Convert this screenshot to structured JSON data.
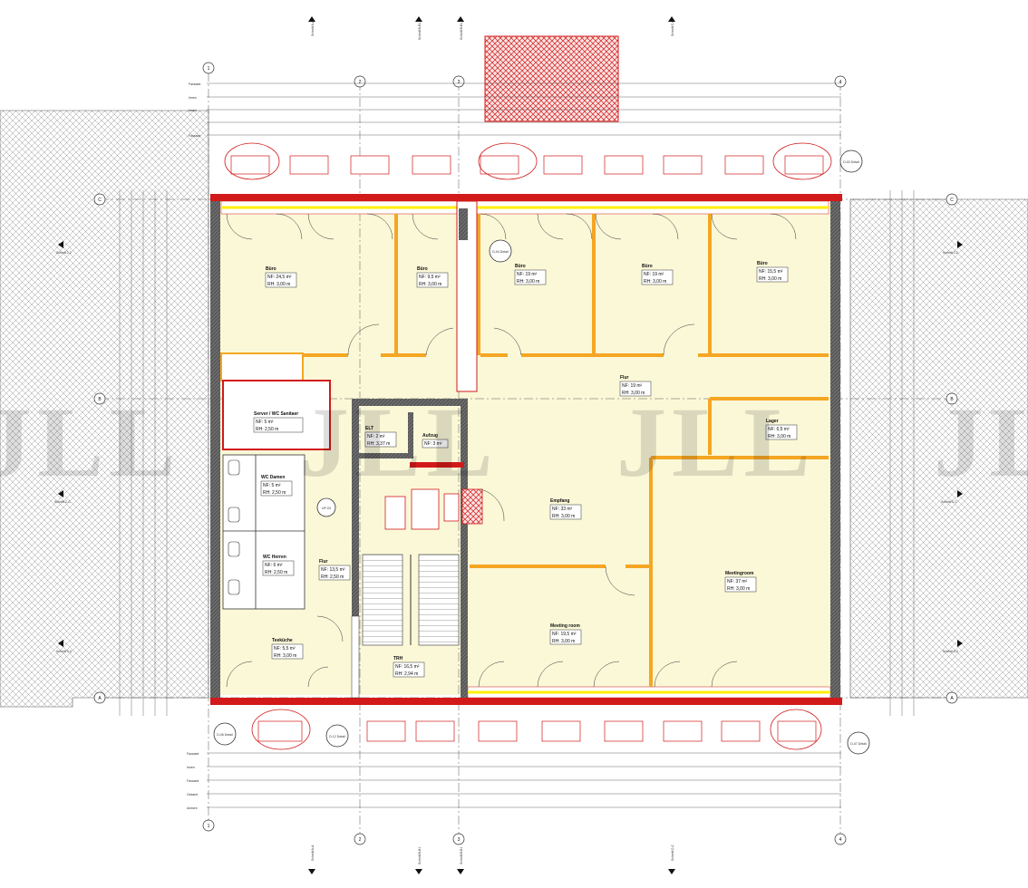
{
  "watermark": "JLL",
  "grid": {
    "cols": [
      "1",
      "2",
      "3",
      "4"
    ],
    "rows": [
      "C",
      "B",
      "A"
    ]
  },
  "sections": {
    "top": [
      "Schnitt A-A",
      "Schnitt B-B1",
      "Schnitt B-B1",
      "Schnitt C-C"
    ],
    "bottom": [
      "Schnitt A-A",
      "Schnitt B-B1",
      "Schnitt B-B1",
      "Schnitt C-C"
    ],
    "left": [
      "Schnitt 2-2",
      "Schnitt C-C",
      "Schnitt 3-3"
    ],
    "right": [
      "Schnitt 2-2",
      "Schnitt C-C",
      "Schnitt 3-3"
    ]
  },
  "dim_rows": [
    "Fassade",
    "Innen",
    "Innen",
    "Fassade"
  ],
  "dim_rows_bottom": [
    "Fassade",
    "Innen",
    "Fassade",
    "Gesamt",
    "Achsen"
  ],
  "details": [
    "D-03 Detail",
    "D-04 Detail",
    "D-06 Detail",
    "D-12 Detail",
    "D-07 Detail",
    "UP-03"
  ],
  "rooms": [
    {
      "name": "Büro",
      "nf": "NF: 24,5 m²",
      "rh": "RH: 3,00 m"
    },
    {
      "name": "Büro",
      "nf": "NF: 9,5 m²",
      "rh": "RH: 3,00 m"
    },
    {
      "name": "Büro",
      "nf": "NF: 19 m²",
      "rh": "RH: 3,00 m"
    },
    {
      "name": "Büro",
      "nf": "NF: 19 m²",
      "rh": "RH: 3,00 m"
    },
    {
      "name": "Büro",
      "nf": "NF: 15,5 m²",
      "rh": "RH: 3,00 m"
    },
    {
      "name": "Flur",
      "nf": "NF: 19 m²",
      "rh": "RH: 3,00 m"
    },
    {
      "name": "Server / WC Sanitaer",
      "nf": "NF: 5 m²",
      "rh": "RH: 2,50 m"
    },
    {
      "name": "ELT",
      "nf": "NF: 2 m²",
      "rh": "RH: 3,37 m"
    },
    {
      "name": "Aufzug",
      "nf": "NF: 3 m²",
      "rh": ""
    },
    {
      "name": "Lager",
      "nf": "NF: 6,5 m²",
      "rh": "RH: 3,00 m"
    },
    {
      "name": "WC Damen",
      "nf": "NF: 5 m²",
      "rh": "RH: 2,50 m"
    },
    {
      "name": "WC Herren",
      "nf": "NF: 6 m²",
      "rh": "RH: 2,50 m"
    },
    {
      "name": "Flur",
      "nf": "NF: 13,5 m²",
      "rh": "RH: 2,50 m"
    },
    {
      "name": "Empfang",
      "nf": "NF: 33 m²",
      "rh": "RH: 3,00 m"
    },
    {
      "name": "Meetingroom",
      "nf": "NF: 37 m²",
      "rh": "RH: 3,00 m"
    },
    {
      "name": "Meeting room",
      "nf": "NF: 19,5 m²",
      "rh": "RH: 3,00 m"
    },
    {
      "name": "Teeküche",
      "nf": "NF: 5,5 m²",
      "rh": "RH: 3,00 m"
    },
    {
      "name": "TRH",
      "nf": "NF: 16,5 m²",
      "rh": "RH: 2,94 m"
    }
  ],
  "colors": {
    "wall": "#5a5a5a",
    "orange": "#f5a623",
    "room": "#fbf8d8",
    "red": "#d21a1a",
    "hatch": "#8a8a8a",
    "yellow": "#ffef00"
  }
}
